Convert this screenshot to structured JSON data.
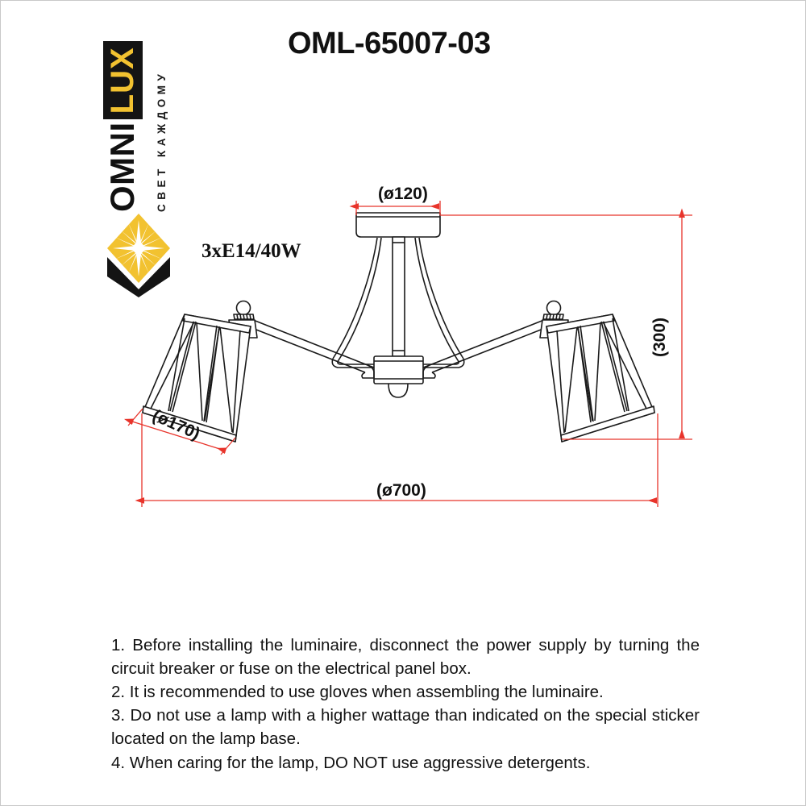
{
  "title": "OML-65007-03",
  "brand": {
    "name_primary": "OMNI",
    "name_secondary": "LUX",
    "tagline": "СВЕТ КАЖДОМУ",
    "colors": {
      "gold": "#F2C230",
      "black": "#141414"
    }
  },
  "lamp_spec": "3xE14/40W",
  "dimensions": {
    "canopy_diameter": "(ø120)",
    "overall_diameter": "(ø700)",
    "height": "(300)",
    "shade_diameter": "(ø170)"
  },
  "dimension_line_color": "#E8342B",
  "drawing_line_color": "#1a1a1a",
  "instructions": [
    "1. Before installing the luminaire, disconnect the power supply by turning the circuit breaker or fuse on the electrical panel box.",
    "2. It is recommended to use gloves when assembling the luminaire.",
    "3. Do not use a lamp with a higher wattage than indicated on the special sticker located on the lamp base.",
    "4. When caring for the lamp, DO NOT use aggressive detergents."
  ]
}
